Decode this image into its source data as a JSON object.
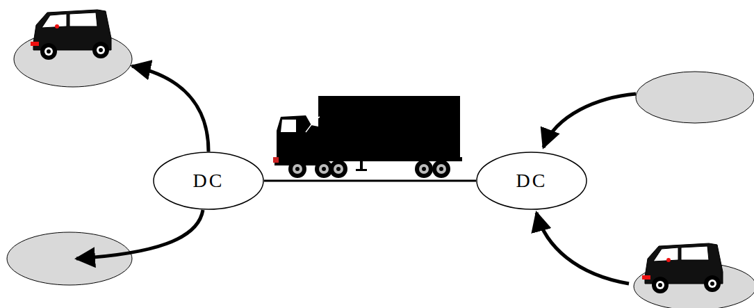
{
  "diagram": {
    "nodes": [
      {
        "text": [
          "DC"
        ]
      },
      {
        "text": [
          "DC"
        ]
      }
    ],
    "edges": [
      {
        "from": 0,
        "to": 1,
        "arrow": "none"
      }
    ]
  }
}
